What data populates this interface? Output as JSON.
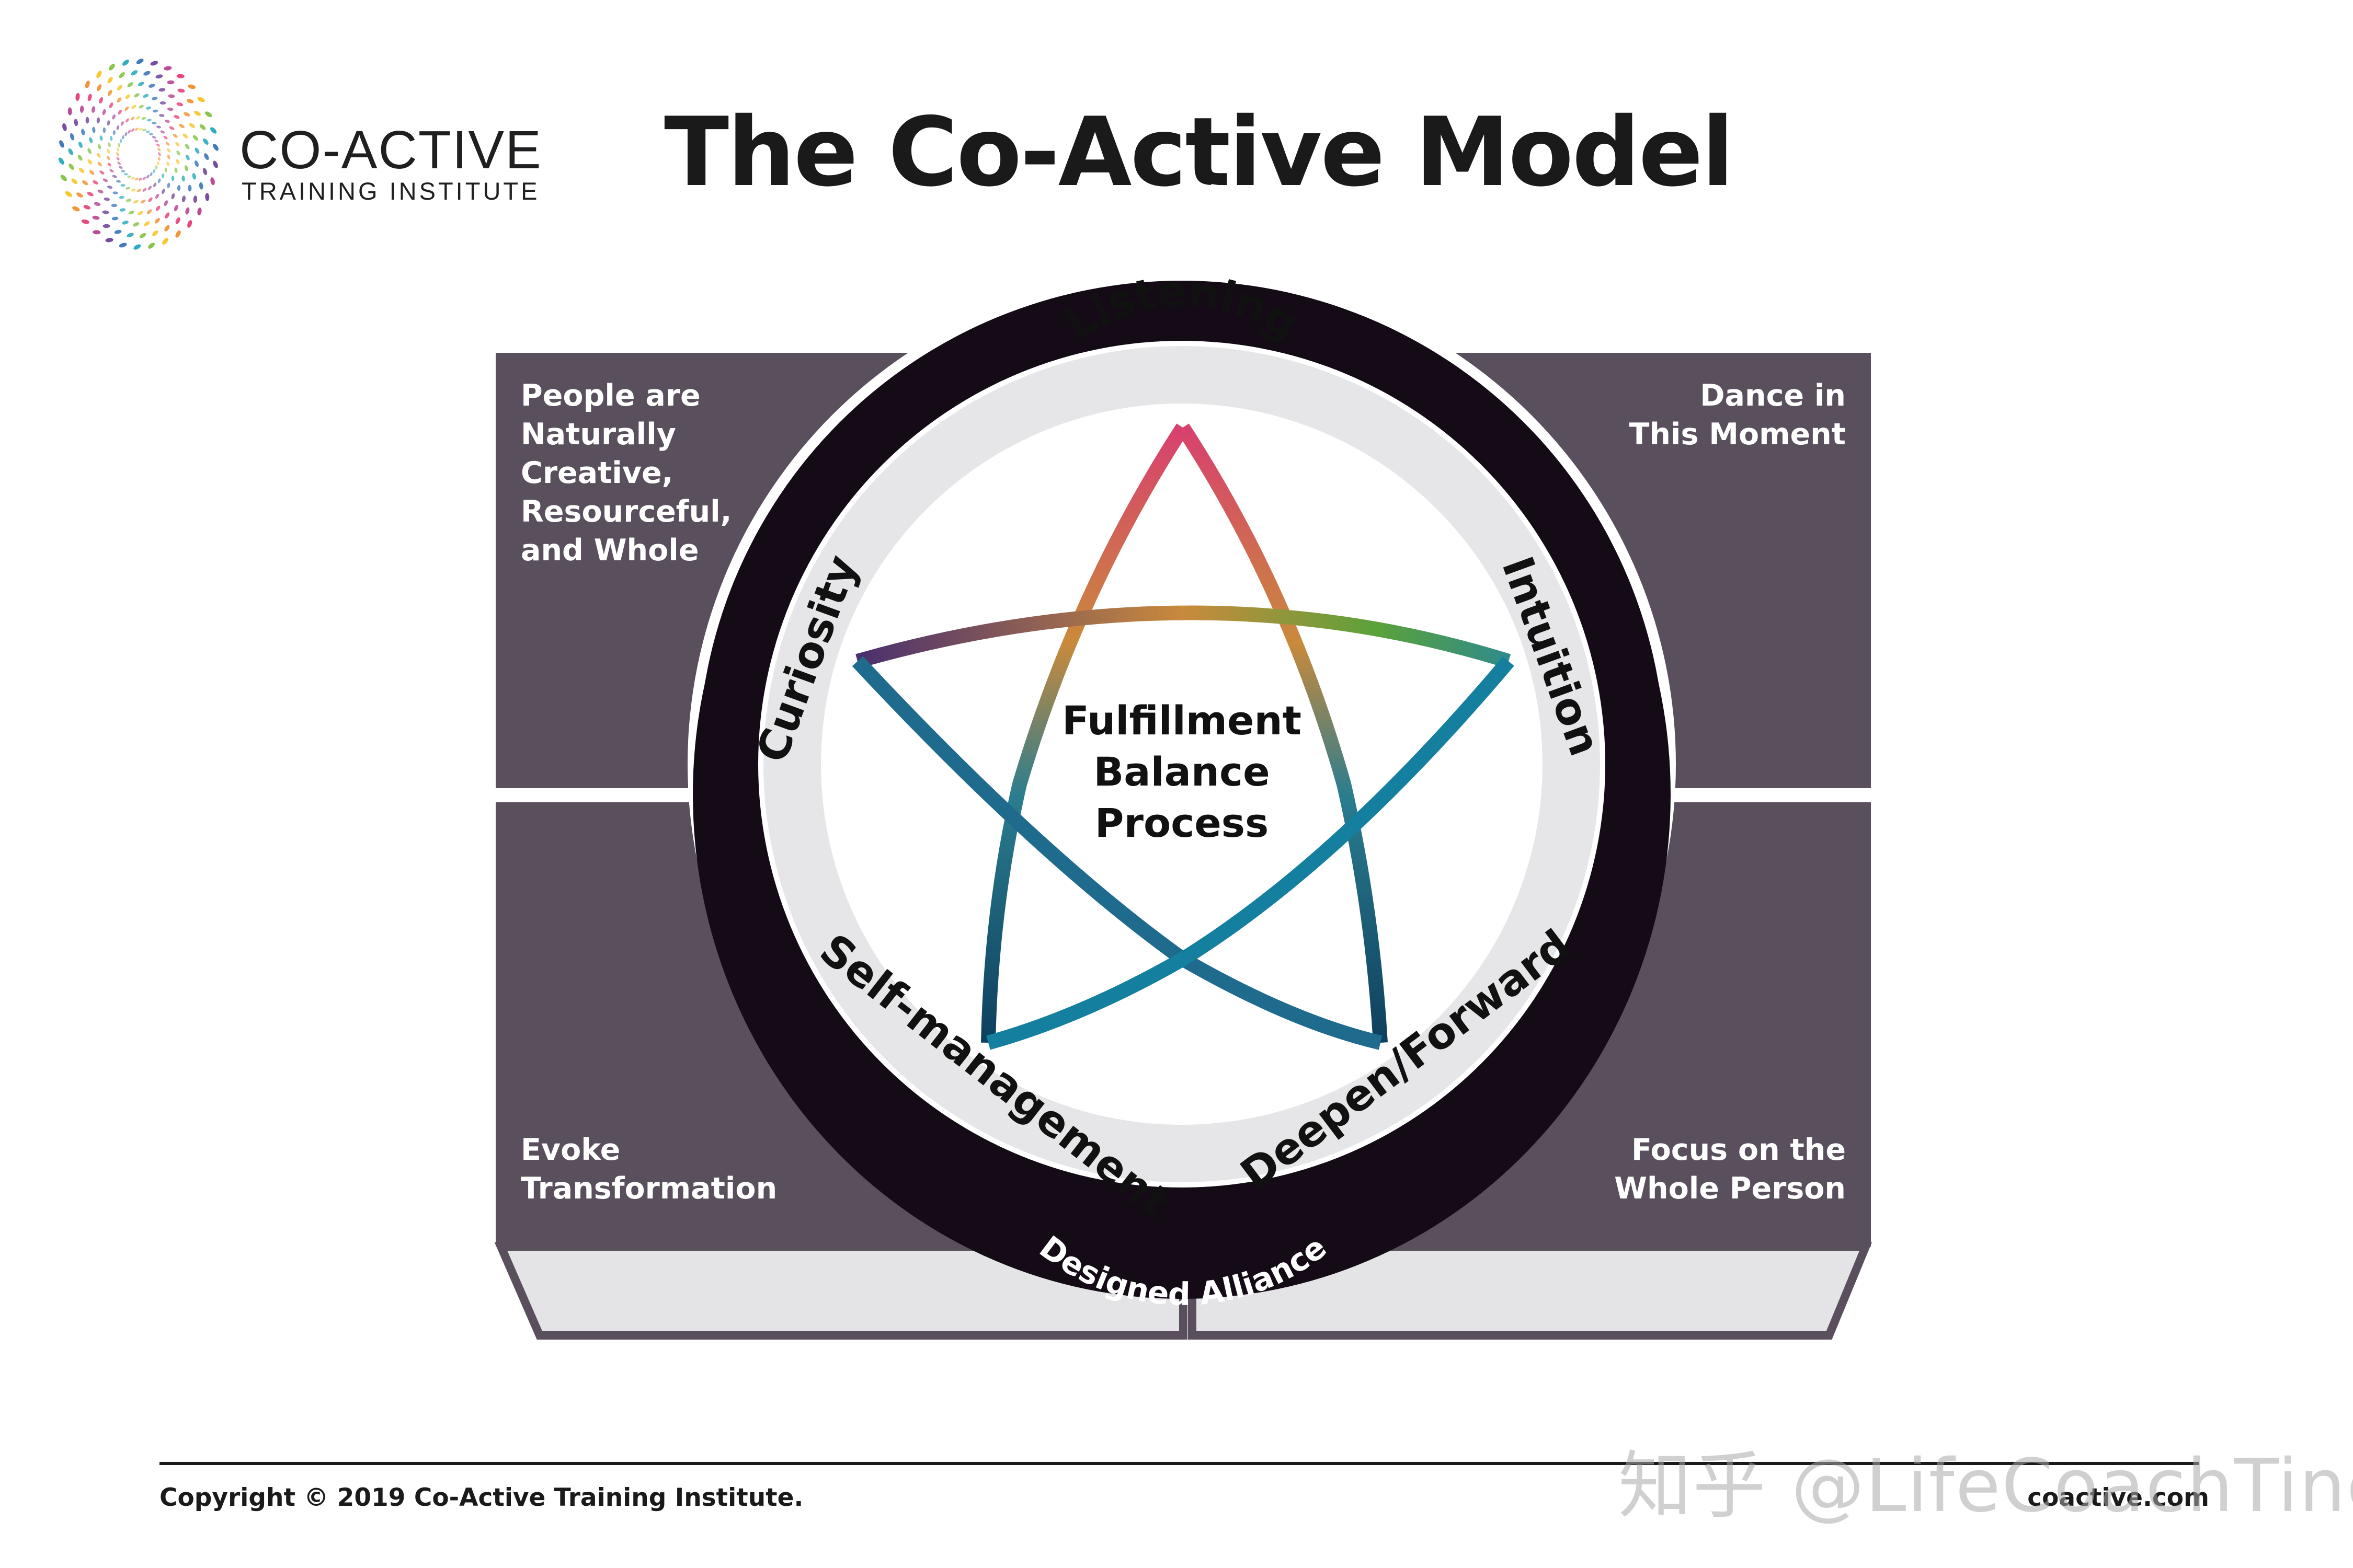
{
  "brand": {
    "name": "CO-ACTIVE",
    "subtitle": "TRAINING INSTITUTE",
    "colors": [
      "#e6336f",
      "#f08a24",
      "#f5c21b",
      "#7cbf3a",
      "#1aa5b8",
      "#2f6db5",
      "#6a3d96",
      "#b33a8c"
    ]
  },
  "title": "The Co-Active Model",
  "diagram": {
    "outer_ring_top": "Designed Alliance",
    "outer_ring_bottom": "Designed Alliance",
    "inner_ring": {
      "top": "Listening",
      "left": "Curiosity",
      "right": "Intuition",
      "bottom_left": "Self-management",
      "bottom_right": "Deepen/Forward"
    },
    "center": "Fulfillment\nBalance\nProcess",
    "corners": {
      "top_left": "People are\nNaturally\nCreative,\nResourceful,\nand Whole",
      "top_right": "Dance in\nThis Moment",
      "bottom_left": "Evoke\nTransformation",
      "bottom_right": "Focus on the\nWhole Person"
    },
    "colors": {
      "panel": "#5a4f5d",
      "ring": "#140b17",
      "inner_ring": "#e6e6e8",
      "base": "#e4e4e6",
      "star_top": "#d8406f",
      "star_right": "#e8a12a",
      "star_bottom": "#0e94ad",
      "star_left": "#4a2f6f"
    }
  },
  "footer": {
    "copyright": "Copyright © 2019 Co-Active Training Institute.",
    "website": "coactive.com",
    "watermark": "知乎 @LifeCoachTing"
  }
}
